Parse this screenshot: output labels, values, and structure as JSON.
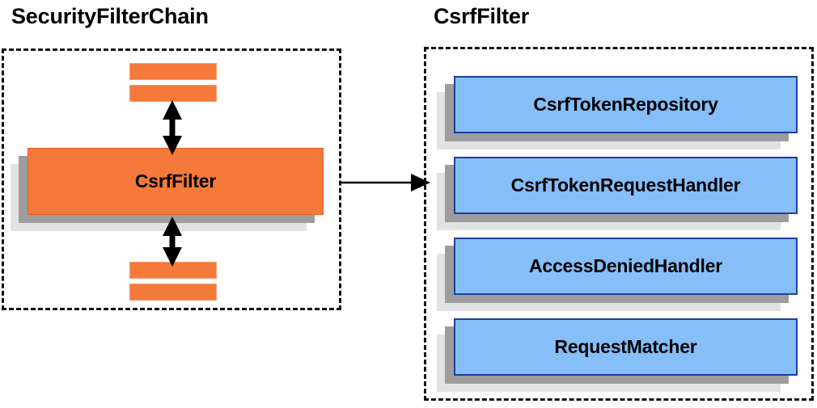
{
  "diagram": {
    "type": "component-relationship-diagram",
    "background_color": "#ffffff",
    "panels": [
      {
        "id": "security-filter-chain",
        "title": "SecurityFilterChain",
        "border_style": "dashed",
        "border_color": "#111111",
        "main_block": {
          "label": "CsrfFilter",
          "fill_color": "#f4793a",
          "shadow_colors": [
            "#9d9d9d",
            "#e2e2e2"
          ]
        },
        "filler_bars": {
          "count": 4,
          "fill_color": "#f4793a",
          "description": "unlabeled filters above and below CsrfFilter"
        }
      },
      {
        "id": "csrf-filter-detail",
        "title": "CsrfFilter",
        "border_style": "dashed",
        "border_color": "#111111",
        "collaborators": [
          {
            "label": "CsrfTokenRepository",
            "fill_color": "#85bef8",
            "border_color": "#1f3f9e"
          },
          {
            "label": "CsrfTokenRequestHandler",
            "fill_color": "#85bef8",
            "border_color": "#1f3f9e"
          },
          {
            "label": "AccessDeniedHandler",
            "fill_color": "#85bef8",
            "border_color": "#1f3f9e"
          },
          {
            "label": "RequestMatcher",
            "fill_color": "#85bef8",
            "border_color": "#1f3f9e"
          }
        ]
      }
    ],
    "connectors": [
      {
        "id": "chain-up",
        "kind": "double-headed-vertical-arrow",
        "color": "#000000"
      },
      {
        "id": "chain-down",
        "kind": "double-headed-vertical-arrow",
        "color": "#000000"
      },
      {
        "id": "expand",
        "kind": "single-headed-horizontal-arrow",
        "color": "#000000"
      }
    ]
  }
}
